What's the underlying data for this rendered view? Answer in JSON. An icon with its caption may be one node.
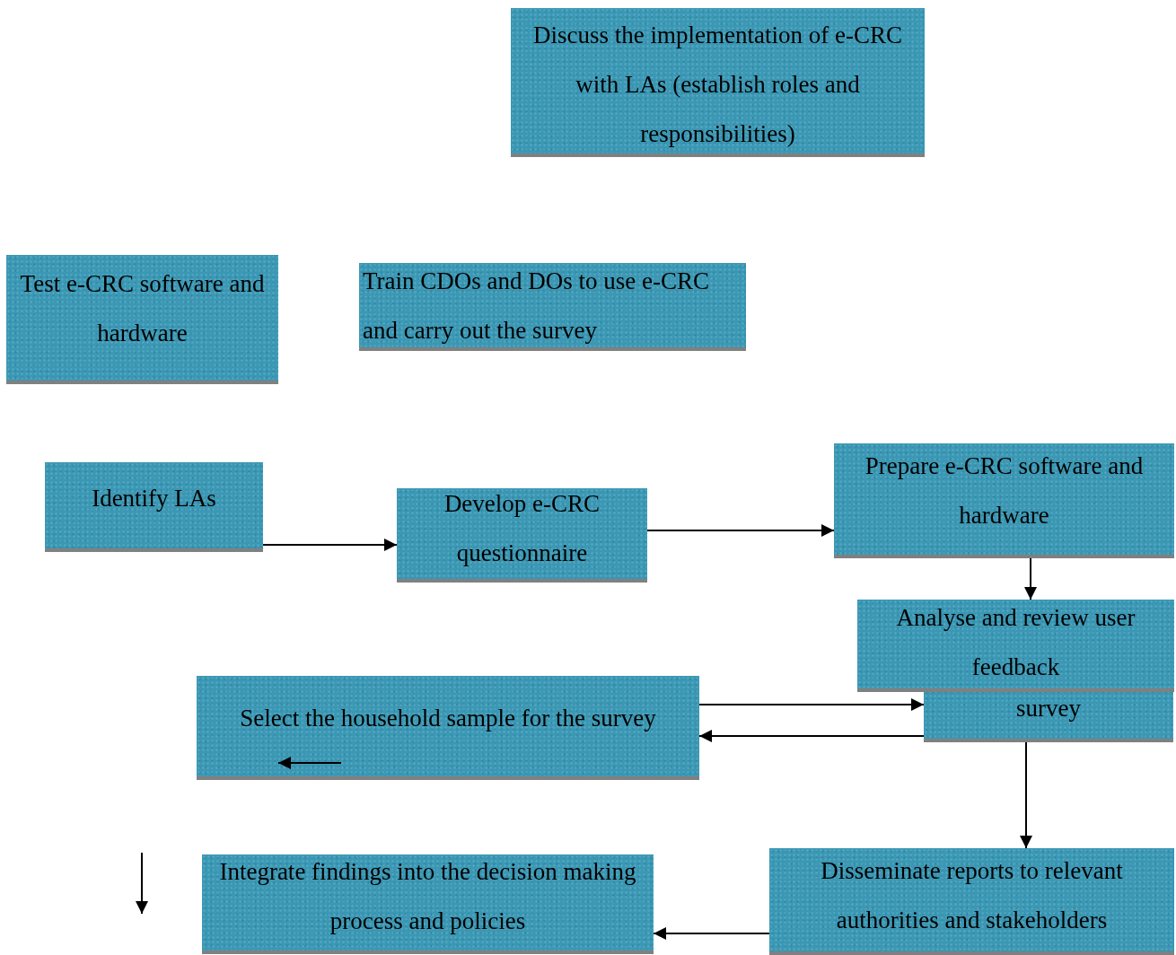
{
  "diagram": {
    "nodes": [
      {
        "text": [
          "Discuss the implementation of e-CRC with LAs (establish roles and responsibilities)"
        ]
      },
      {
        "text": [
          "Test e-CRC software and hardware"
        ]
      },
      {
        "text": [
          "Train CDOs and DOs to use e-CRC and carry out the survey"
        ]
      },
      {
        "text": [
          "Identify LAs"
        ]
      },
      {
        "text": [
          "Develop e-CRC questionnaire"
        ]
      },
      {
        "text": [
          "Prepare e-CRC software and hardware"
        ]
      },
      {
        "text": [
          "Analyse and review user feedback"
        ]
      },
      {
        "text": [
          "survey"
        ]
      },
      {
        "text": [
          "Select the household sample for the survey"
        ]
      },
      {
        "text": [
          "Disseminate reports to relevant authorities and stakeholders"
        ]
      },
      {
        "text": [
          "Integrate findings into the decision making process and policies"
        ]
      }
    ],
    "edges": [
      {
        "from": 3,
        "to": 4,
        "arrow": "to"
      },
      {
        "from": 4,
        "to": 5,
        "arrow": "to"
      },
      {
        "from": 5,
        "to": 6,
        "arrow": "to"
      },
      {
        "from": 8,
        "to": 7,
        "arrow": "to"
      },
      {
        "from": 7,
        "to": 8,
        "arrow": "to"
      },
      {
        "from": 7,
        "to": 9,
        "arrow": "to"
      },
      {
        "from": 9,
        "to": 10,
        "arrow": "to"
      }
    ]
  }
}
